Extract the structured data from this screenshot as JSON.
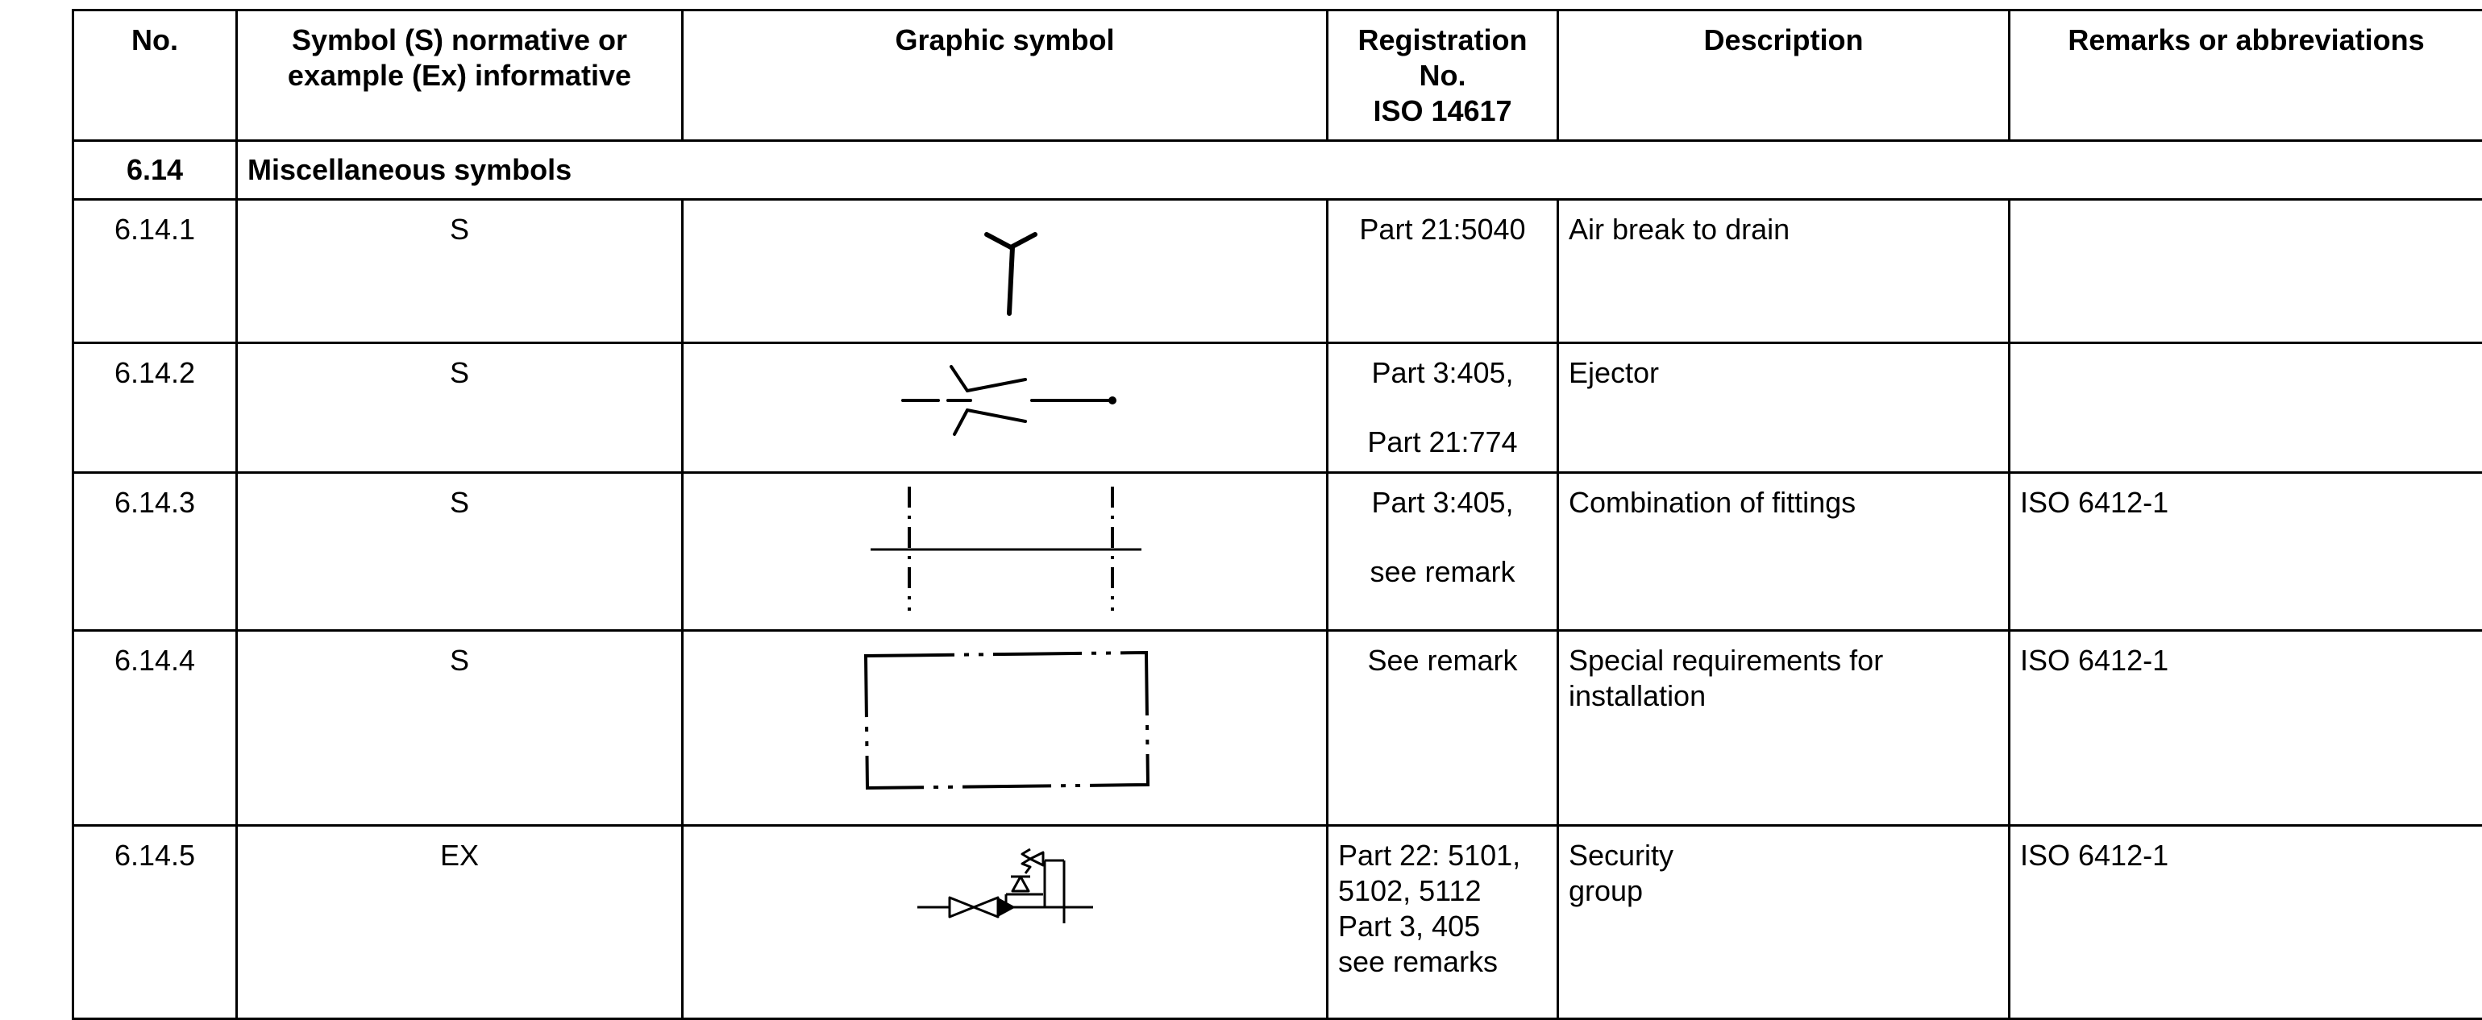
{
  "headers": {
    "no": "No.",
    "symbol_type": [
      "Symbol (S) normative or",
      "example (Ex) informative"
    ],
    "graphic": "Graphic symbol",
    "registration": [
      "Registration",
      "No.",
      "ISO 14617"
    ],
    "description": "Description",
    "remarks": "Remarks or abbreviations"
  },
  "section": {
    "number": "6.14",
    "title": "Miscellaneous symbols"
  },
  "rows": [
    {
      "no": "6.14.1",
      "type": "S",
      "symbol_icon": "air-break-to-drain-symbol",
      "registration": [
        "Part 21:5040"
      ],
      "description": [
        "Air break to drain"
      ],
      "remarks": ""
    },
    {
      "no": "6.14.2",
      "type": "S",
      "symbol_icon": "ejector-symbol",
      "registration": [
        "Part 3:405,",
        "Part 21:774"
      ],
      "description": [
        "Ejector"
      ],
      "remarks": ""
    },
    {
      "no": "6.14.3",
      "type": "S",
      "symbol_icon": "combination-of-fittings-symbol",
      "registration": [
        "Part 3:405,",
        "see remark"
      ],
      "description": [
        "Combination of fittings"
      ],
      "remarks": "ISO 6412-1"
    },
    {
      "no": "6.14.4",
      "type": "S",
      "symbol_icon": "special-installation-symbol",
      "registration": [
        "See remark"
      ],
      "description": [
        "Special requirements for",
        "installation"
      ],
      "remarks": "ISO 6412-1"
    },
    {
      "no": "6.14.5",
      "type": "EX",
      "symbol_icon": "security-group-symbol",
      "registration": [
        "Part 22: 5101,",
        "5102, 5112",
        "Part 3, 405",
        "see remarks"
      ],
      "description": [
        "Security",
        "group"
      ],
      "remarks": "ISO 6412-1"
    }
  ]
}
